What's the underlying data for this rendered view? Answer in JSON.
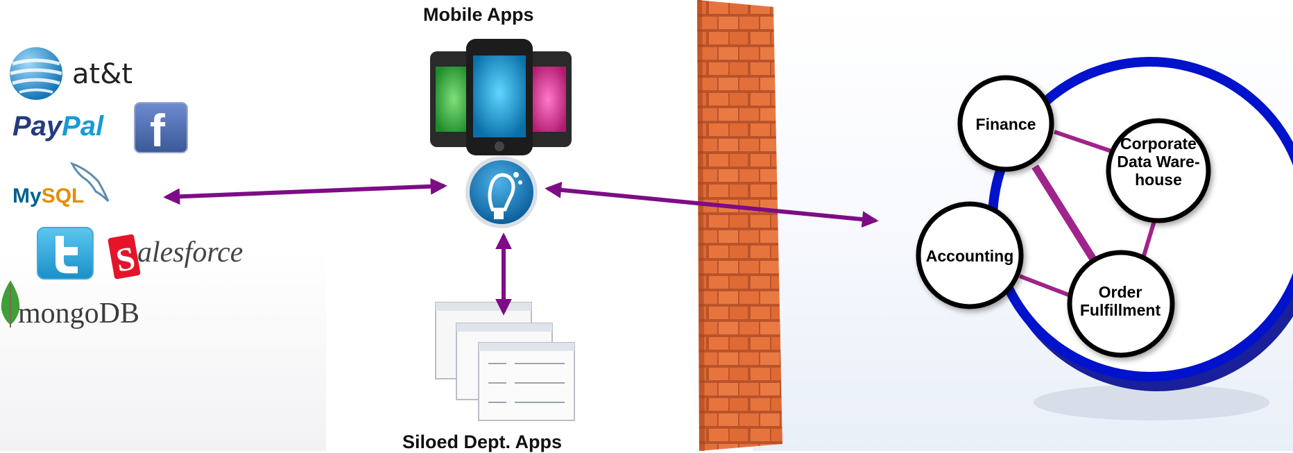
{
  "labels": {
    "mobile_apps": "Mobile Apps",
    "siloed_apps": "Siloed Dept. Apps"
  },
  "logos": {
    "att": "at&t",
    "paypal_pay": "Pay",
    "paypal_pal": "Pal",
    "facebook": "f",
    "mysql_my": "My",
    "mysql_sql": "SQL",
    "salesforce": "alesforce",
    "mongodb": "mongoDB"
  },
  "nodes": {
    "finance": "Finance",
    "warehouse": "Corporate Data Ware- house",
    "accounting": "Accounting",
    "order": "Order Fulfillment"
  },
  "colors": {
    "arrow": "#7d0c86",
    "link": "#a0248c",
    "ring": "#0012cc",
    "brick": "#e36f3a"
  }
}
